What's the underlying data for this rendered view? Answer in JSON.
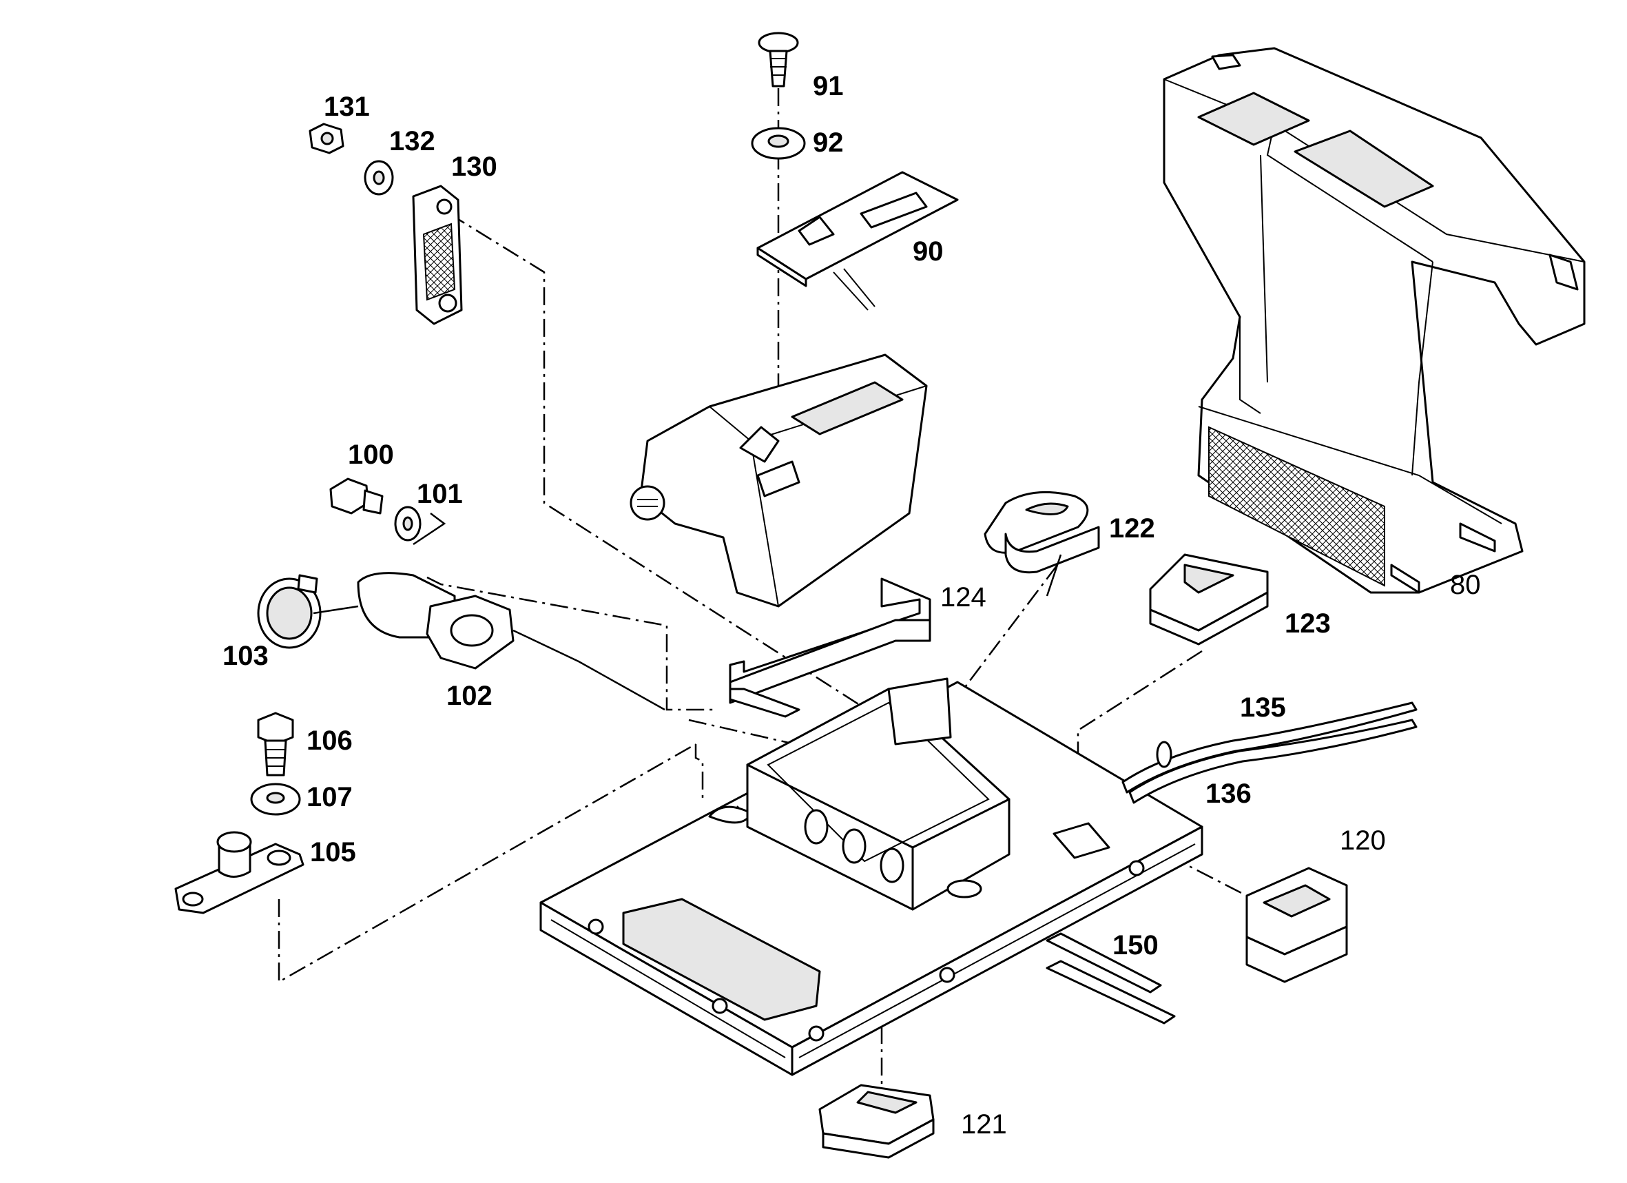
{
  "diagram": {
    "callouts": [
      {
        "id": "label-91",
        "text": "91"
      },
      {
        "id": "label-92",
        "text": "92"
      },
      {
        "id": "label-90",
        "text": "90"
      },
      {
        "id": "label-131",
        "text": "131"
      },
      {
        "id": "label-132",
        "text": "132"
      },
      {
        "id": "label-130",
        "text": "130"
      },
      {
        "id": "label-100",
        "text": "100"
      },
      {
        "id": "label-101",
        "text": "101"
      },
      {
        "id": "label-103",
        "text": "103"
      },
      {
        "id": "label-102",
        "text": "102"
      },
      {
        "id": "label-106",
        "text": "106"
      },
      {
        "id": "label-107",
        "text": "107"
      },
      {
        "id": "label-105",
        "text": "105"
      },
      {
        "id": "label-122",
        "text": "122"
      },
      {
        "id": "label-124",
        "text": "124"
      },
      {
        "id": "label-123",
        "text": "123"
      },
      {
        "id": "label-80",
        "text": "80"
      },
      {
        "id": "label-135",
        "text": "135"
      },
      {
        "id": "label-136",
        "text": "136"
      },
      {
        "id": "label-120",
        "text": "120"
      },
      {
        "id": "label-150",
        "text": "150"
      },
      {
        "id": "label-121",
        "text": "121"
      }
    ]
  }
}
